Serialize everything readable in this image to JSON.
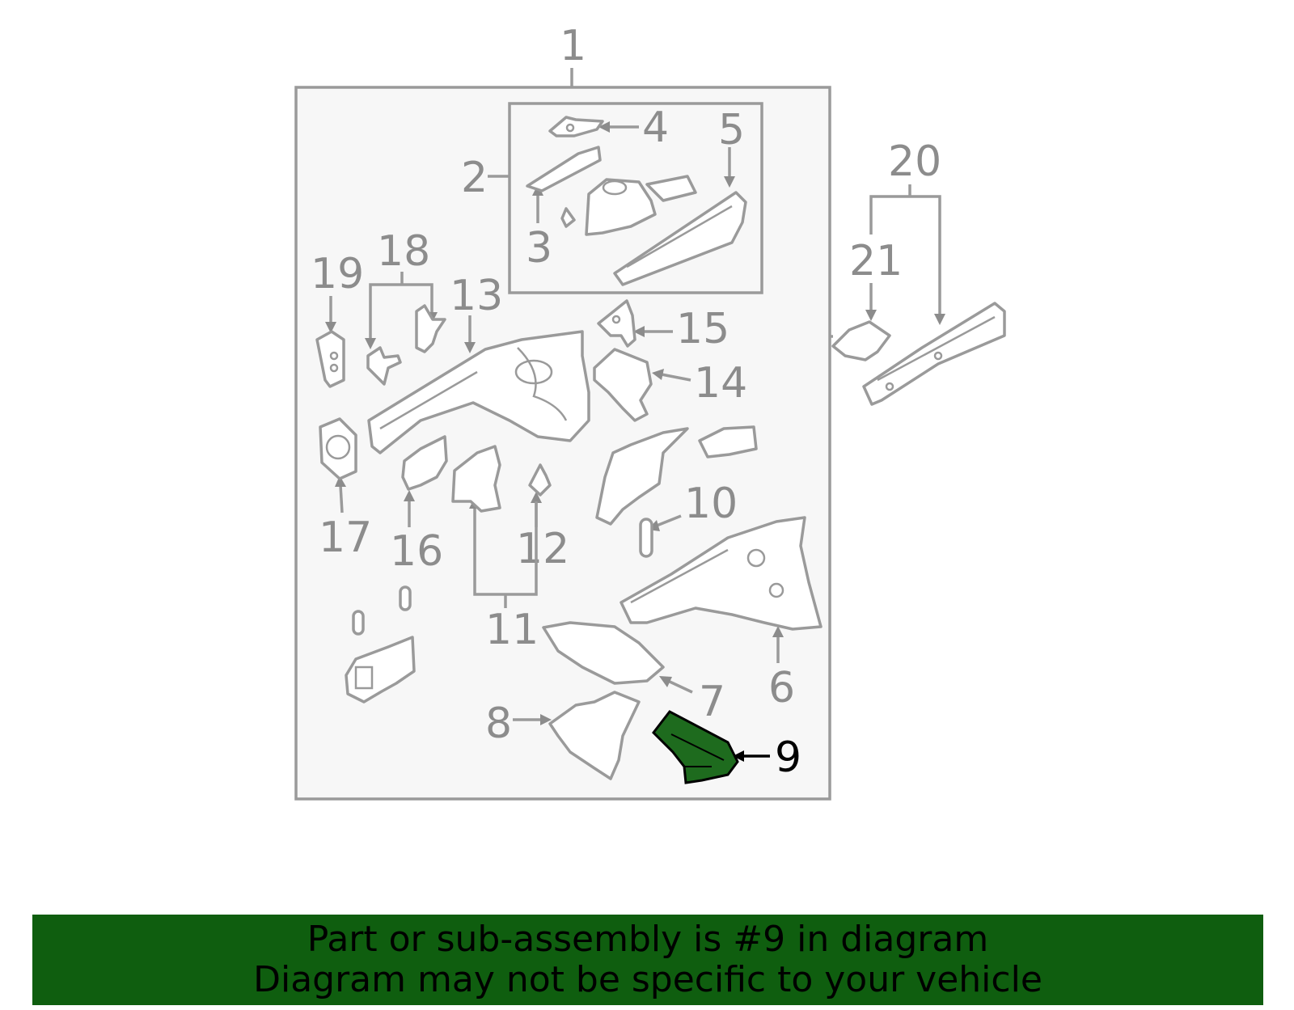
{
  "callouts": {
    "c1": "1",
    "c2": "2",
    "c3": "3",
    "c4": "4",
    "c5": "5",
    "c6": "6",
    "c7": "7",
    "c8": "8",
    "c9": "9",
    "c10": "10",
    "c11": "11",
    "c12": "12",
    "c13": "13",
    "c14": "14",
    "c15": "15",
    "c16": "16",
    "c17": "17",
    "c18": "18",
    "c19": "19",
    "c20": "20",
    "c21": "21"
  },
  "highlight": {
    "part": "9",
    "color": "#1e6b1e"
  },
  "colors": {
    "banner": "#0f5e0f",
    "line": "#9a9a9a",
    "panel": "#f7f7f7"
  },
  "banner": {
    "line1": "Part or sub-assembly is #9 in diagram",
    "line2": "Diagram may not be specific to your vehicle"
  }
}
